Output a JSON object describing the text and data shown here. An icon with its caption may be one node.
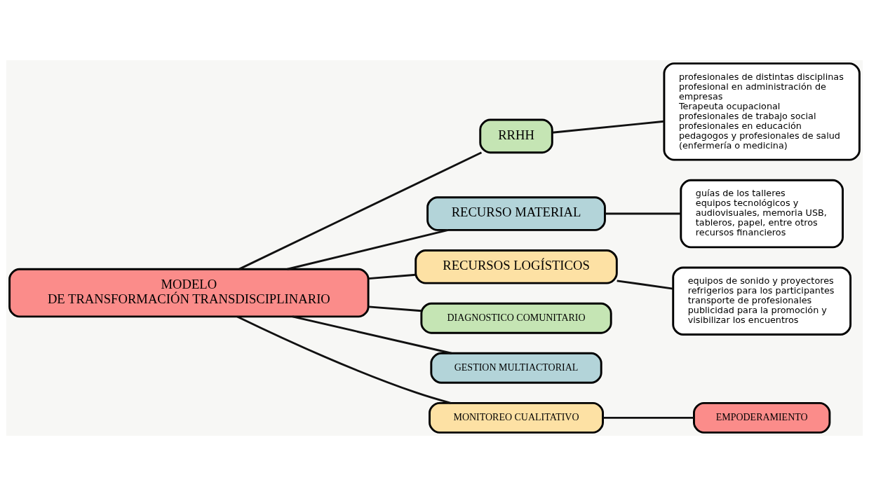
{
  "diagram": {
    "nodes": [
      {
        "text": [
          "MODELO",
          "DE TRANSFORMACIÓN TRANSDISCIPLINARIO"
        ]
      },
      {
        "text": [
          "RRHH"
        ]
      },
      {
        "text": [
          "profesionales de distintas disciplinas",
          "profesional en administración de empresas",
          "Terapeuta ocupacional",
          "profesionales de trabajo social",
          "profesionales en educación",
          "pedagogos y profesionales de salud (enfermería o medicina)"
        ]
      },
      {
        "text": [
          "RECURSO MATERIAL"
        ]
      },
      {
        "text": [
          "guías de los talleres",
          "equipos tecnológicos y audiovisuales, memoria USB, tableros, papel, entre otros",
          "recursos financieros"
        ]
      },
      {
        "text": [
          "RECURSOS LOGÍSTICOS"
        ]
      },
      {
        "text": [
          "equipos de sonido y proyectores",
          "refrigerios para los participantes",
          "transporte de profesionales",
          "publicidad para la promoción y visibilizar los encuentros"
        ]
      },
      {
        "text": [
          "DIAGNOSTICO COMUNITARIO"
        ]
      },
      {
        "text": [
          "GESTION MULTIACTORIAL"
        ]
      },
      {
        "text": [
          "MONITOREO CUALITATIVO"
        ]
      },
      {
        "text": [
          "EMPODERAMIENTO"
        ]
      }
    ],
    "edges": [
      {
        "from": 0,
        "to": 1,
        "arrow": "none"
      },
      {
        "from": 0,
        "to": 3,
        "arrow": "none"
      },
      {
        "from": 0,
        "to": 5,
        "arrow": "none"
      },
      {
        "from": 1,
        "to": 2,
        "arrow": "none"
      },
      {
        "from": 3,
        "to": 4,
        "arrow": "none"
      },
      {
        "from": 5,
        "to": 6,
        "arrow": "none"
      },
      {
        "from": 0,
        "to": 7,
        "arrow": "none"
      },
      {
        "from": 0,
        "to": 8,
        "arrow": "none"
      },
      {
        "from": 0,
        "to": 9,
        "arrow": "none"
      },
      {
        "from": 9,
        "to": 10,
        "arrow": "none"
      }
    ]
  }
}
